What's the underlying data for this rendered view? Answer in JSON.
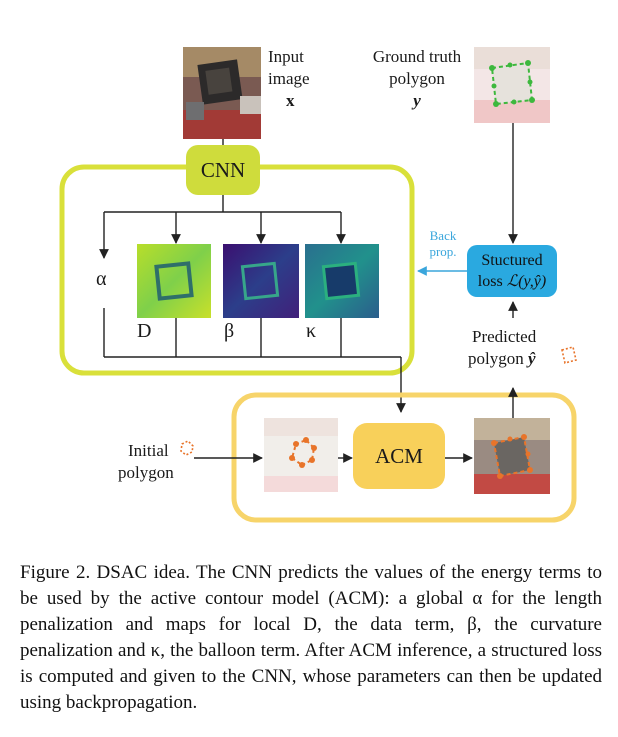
{
  "figure": {
    "input": {
      "line1": "Input",
      "line2": "image",
      "symbol": "x"
    },
    "ground_truth": {
      "line1": "Ground truth",
      "line2": "polygon",
      "symbol": "y"
    },
    "cnn_label": "CNN",
    "acm_label": "ACM",
    "maps": {
      "alpha": "α",
      "D": "D",
      "beta": "β",
      "kappa": "κ"
    },
    "back_prop": {
      "line1": "Back",
      "line2": "prop."
    },
    "loss": {
      "line1": "Stuctured",
      "line2_prefix": "loss ",
      "line2_math": "ℒ(y,ŷ)"
    },
    "predicted": {
      "line1": "Predicted",
      "line2_prefix": "polygon ",
      "symbol": "ŷ"
    },
    "initial": {
      "line1": "Initial",
      "line2": "polygon"
    },
    "colors": {
      "cnn_box_border": "#d9e03a",
      "cnn_fill": "#cfdc3c",
      "acm_box_border": "#f7d46a",
      "acm_fill": "#f8d05a",
      "loss_fill": "#2aa9e0",
      "back_prop_arrow": "#3aa6dc",
      "polygon_orange": "#e8742a",
      "polygon_green": "#3db83d"
    }
  },
  "caption": "Figure 2. DSAC idea. The CNN predicts the values of the energy terms to be used by the active contour model (ACM): a global α for the length penalization and maps for local D, the data term, β, the curvature penalization and κ, the balloon term. After ACM inference, a structured loss is computed and given to the CNN, whose parameters can then be updated using backpropagation."
}
